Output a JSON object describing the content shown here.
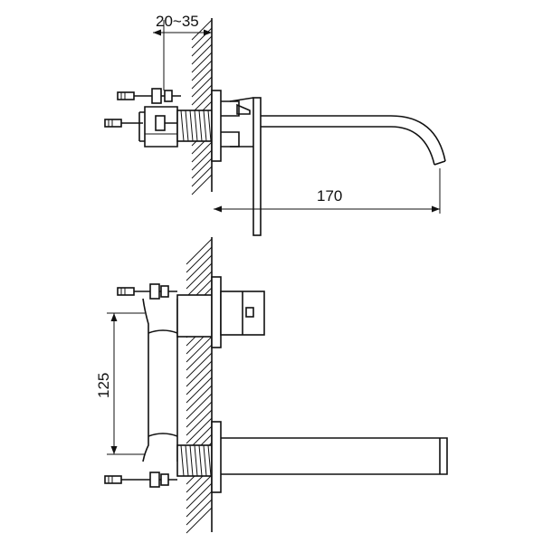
{
  "dimensions": {
    "wall_thickness_range": "20~35",
    "spout_projection": "170",
    "handle_to_spout_spacing": "125"
  }
}
